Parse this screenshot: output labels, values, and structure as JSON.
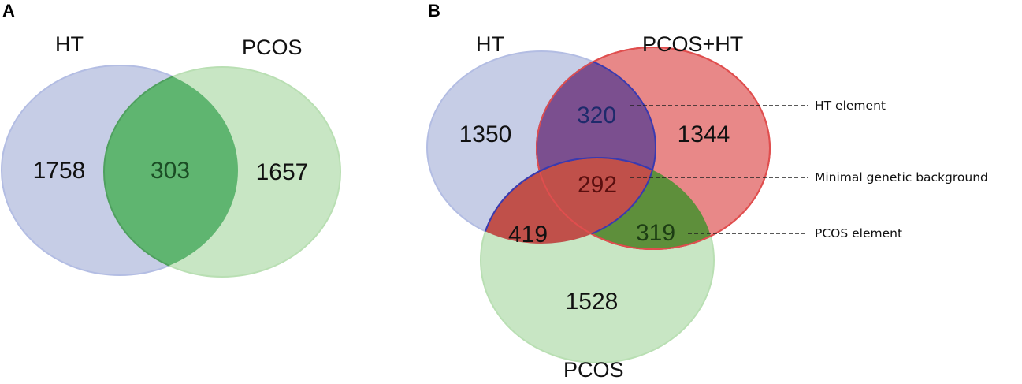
{
  "panels": [
    {
      "letter": "A",
      "sets": [
        "HT",
        "PCOS"
      ],
      "regions": {
        "ht_only": "1758",
        "ht_pcos": "303",
        "pcos_only": "1657"
      }
    },
    {
      "letter": "B",
      "sets": [
        "HT",
        "PCOS+HT",
        "PCOS"
      ],
      "regions": {
        "ht_only": "1350",
        "ht_pcosht": "320",
        "pcosht_only": "1344",
        "all_three": "292",
        "ht_pcos": "419",
        "pcos_pcosht": "319",
        "pcos_only": "1528"
      },
      "callouts": [
        "HT element",
        "Minimal genetic background",
        "PCOS element"
      ]
    }
  ],
  "colors": {
    "ht": "#c6cde6",
    "ht_stroke": "#b3bde3",
    "pcos": "#c8e6c4",
    "pcos_stroke": "#b9dfb3",
    "pcosht": "#e88888",
    "pcosht_stroke": "#e04e4e",
    "overlap_a": "#5fb570",
    "ht_pcosht_overlap": "#7b4f8f",
    "all_three_overlap": "#c0504a",
    "pcos_pcosht_overlap": "#5e8f3b",
    "ht_pcos_overlap": "#a5cac8"
  }
}
